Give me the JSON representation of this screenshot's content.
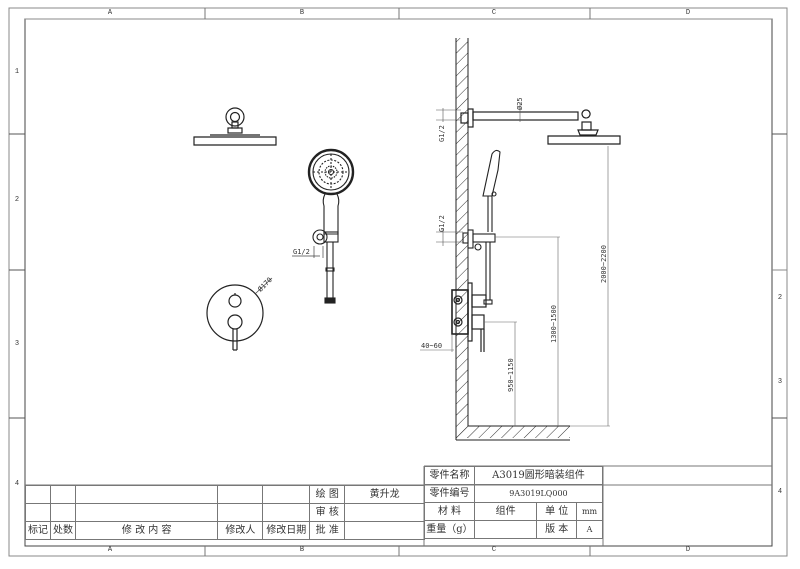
{
  "border": {
    "columns": [
      "A",
      "B",
      "C",
      "D"
    ],
    "rows_left": [
      "1",
      "2",
      "3",
      "4"
    ],
    "rows_right": [
      "2",
      "3",
      "4"
    ]
  },
  "views": {
    "front_view": {
      "handheld_inlet_label": "G1/2",
      "valve_plate_dimension": "Ø170"
    },
    "side_view": {
      "arm_inlet_label": "G1/2",
      "arm_diameter_label": "Ø25",
      "bracket_inlet_label": "G1/2",
      "wall_depth_label": "40~60",
      "valve_height_label": "950~1150",
      "bracket_height_label": "1300~1500",
      "overhead_height_label": "2000~2200"
    }
  },
  "title_block": {
    "part_name_label": "零件名称",
    "part_name_value": "A3019圆形暗装组件",
    "part_number_label": "零件编号",
    "part_number_value": "9A3019LQ000",
    "material_label": "材 料",
    "material_value": "组件",
    "unit_label": "单 位",
    "unit_value": "mm",
    "weight_label": "重量（g）",
    "weight_value": "",
    "version_label": "版 本",
    "version_value": "A",
    "drawn_label": "绘 图",
    "drawn_value": "黄升龙",
    "review_label": "审 核",
    "review_value": "",
    "approve_label": "批 准",
    "approve_value": ""
  },
  "revision_block": {
    "headers": [
      "标记",
      "处数",
      "修 改 内 容",
      "修改人",
      "修改日期"
    ]
  }
}
